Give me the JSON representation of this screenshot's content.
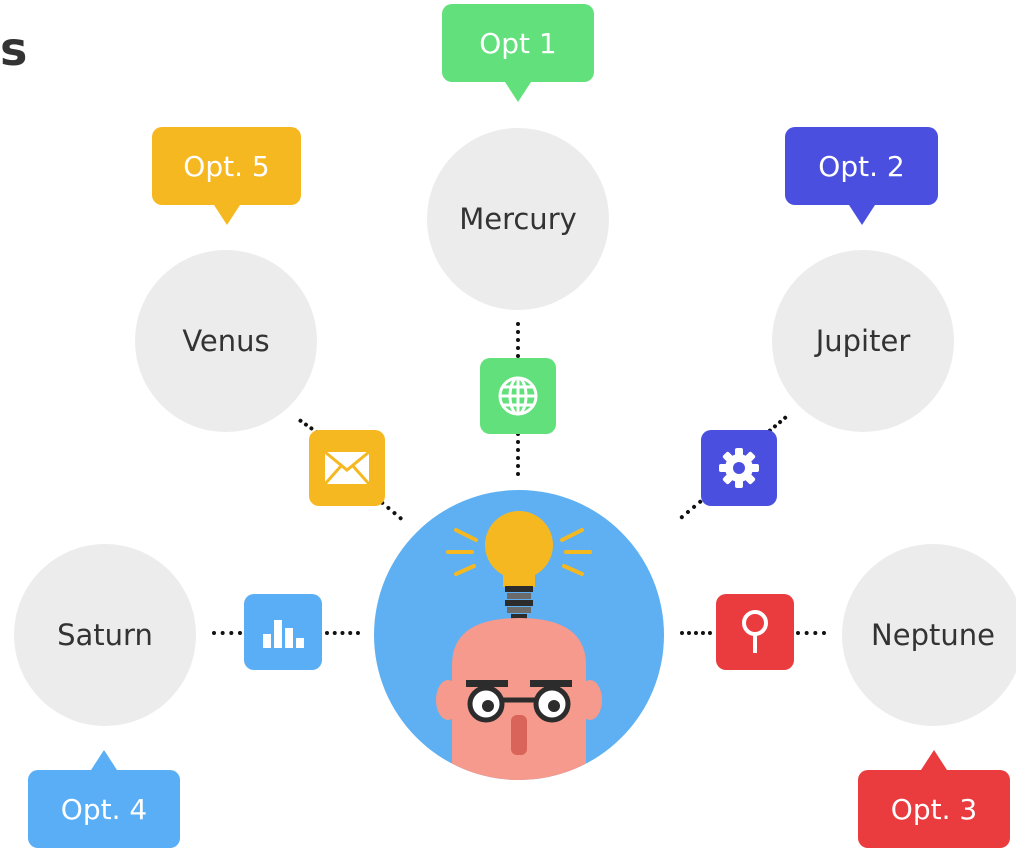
{
  "title": "s",
  "center": {
    "label": "",
    "icon": "idea-person-avatar"
  },
  "nodes": [
    {
      "id": "mercury",
      "name": "Mercury",
      "option": "Opt 1",
      "color": "#62e07c",
      "icon": "globe-icon"
    },
    {
      "id": "jupiter",
      "name": "Jupiter",
      "option": "Opt. 2",
      "color": "#4a4fe0",
      "icon": "gear-icon"
    },
    {
      "id": "neptune",
      "name": "Neptune",
      "option": "Opt. 3",
      "color": "#ea3b3e",
      "icon": "location-pin-icon"
    },
    {
      "id": "saturn",
      "name": "Saturn",
      "option": "Opt. 4",
      "color": "#59aef5",
      "icon": "bar-chart-icon"
    },
    {
      "id": "venus",
      "name": "Venus",
      "option": "Opt. 5",
      "color": "#f6b820",
      "icon": "envelope-icon"
    }
  ],
  "colors": {
    "planet_fill": "#ececec",
    "avatar_bg": "#5eb0f2",
    "bulb": "#f6b820",
    "skin": "#f59a8c",
    "connector": "#111111"
  }
}
